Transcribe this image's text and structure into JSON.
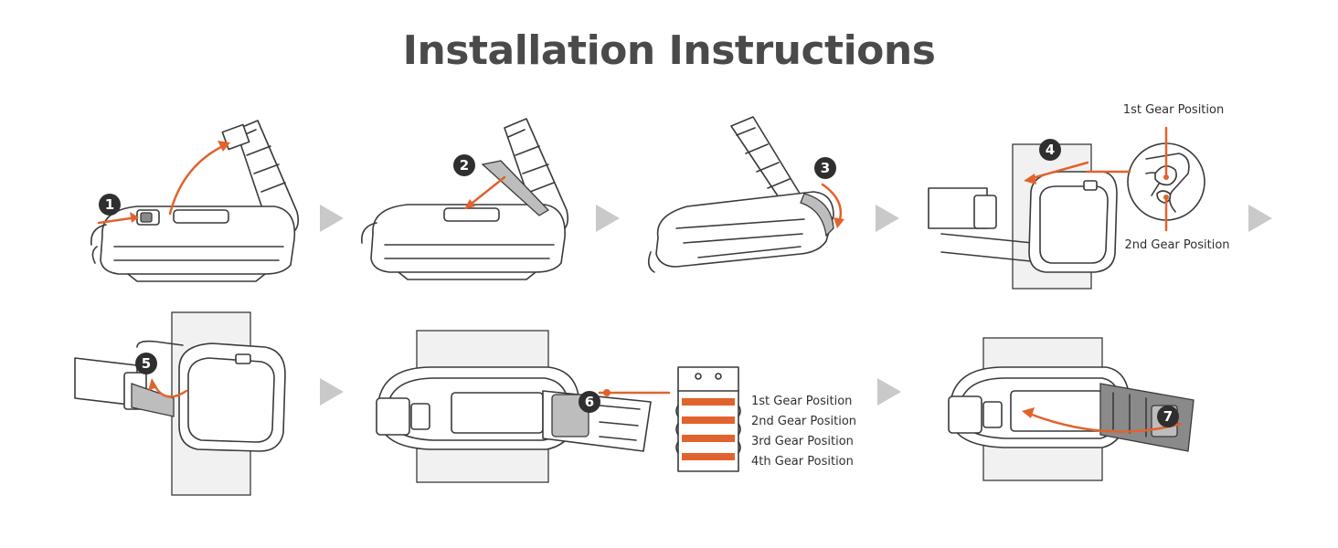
{
  "title": "Installation Instructions",
  "steps": [
    "1",
    "2",
    "3",
    "4",
    "5",
    "6",
    "7"
  ],
  "step4_labels": {
    "top": "1st Gear Position",
    "bottom": "2nd Gear Position"
  },
  "step6_labels": [
    "1st Gear Position",
    "2nd Gear Position",
    "3rd Gear Position",
    "4th Gear Position"
  ],
  "colors": {
    "accent": "#e2622d",
    "line": "#3a3a3a",
    "title": "#4a4a4a",
    "next_arrow": "#c9c9c9"
  }
}
